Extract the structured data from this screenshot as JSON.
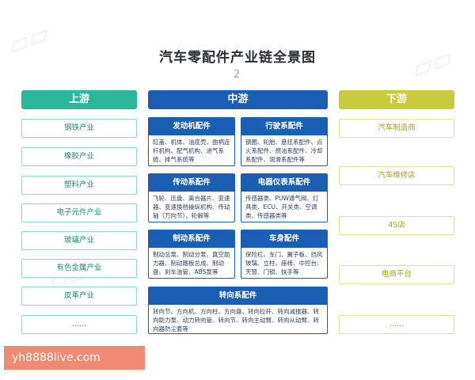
{
  "title": "汽车零配件产业链全景图",
  "title_mark": "2",
  "columns": {
    "upstream": {
      "label": "上游",
      "items": [
        "钢铁产业",
        "橡胶产业",
        "塑料产业",
        "电子元件产业",
        "玻璃产业",
        "有色金属产业",
        "皮革产业",
        "......"
      ]
    },
    "midstream": {
      "label": "中游",
      "cards": [
        {
          "title": "发动机配件",
          "body": "缸盖、机体、油底壳、曲柄连杆机构、配气机构、进气系统、排气系统等"
        },
        {
          "title": "行驶系配件",
          "body": "钢圈、轮胎、悬挂系配件、点火系配件、燃油系配件、冷却系配件、润滑系配件等"
        },
        {
          "title": "传动系配件",
          "body": "飞轮、压盘、离合器片、变速器、变速换档操纵机构、传动轴（万向节）、轮毂等"
        },
        {
          "title": "电器仪表系配件",
          "body": "传感器类、PUW通气阀、灯具类、ECU、开关类、空调类、传感器类等"
        },
        {
          "title": "制动系配件",
          "body": "制动总泵、制动分泵、真空助力器、制动踏板总成、制动盘、刹车油管、ABS泵等"
        },
        {
          "title": "车身配件",
          "body": "保险杠、车门、翼子板、挡风玻璃、立柱、座椅、中控台、天窗、门锁、扶手等"
        },
        {
          "title": "转向系配件",
          "body": "转向节、方向机、方向柱、方向盘、转向拉杆、转向减振器、转向助力泵、动力转向管、转向节、转向主动臂、转向从动臂、转向器防尘套等"
        }
      ]
    },
    "downstream": {
      "label": "下游",
      "items": [
        "汽车制造商",
        "汽车维修店",
        "4S店",
        "电商平台",
        "......"
      ]
    }
  },
  "watermark_text": "yh8888live.com",
  "colors": {
    "upstream": "#2bb89a",
    "midstream": "#1a5fb4",
    "downstream": "#c7cc3c",
    "overlay": "#f08a73"
  }
}
